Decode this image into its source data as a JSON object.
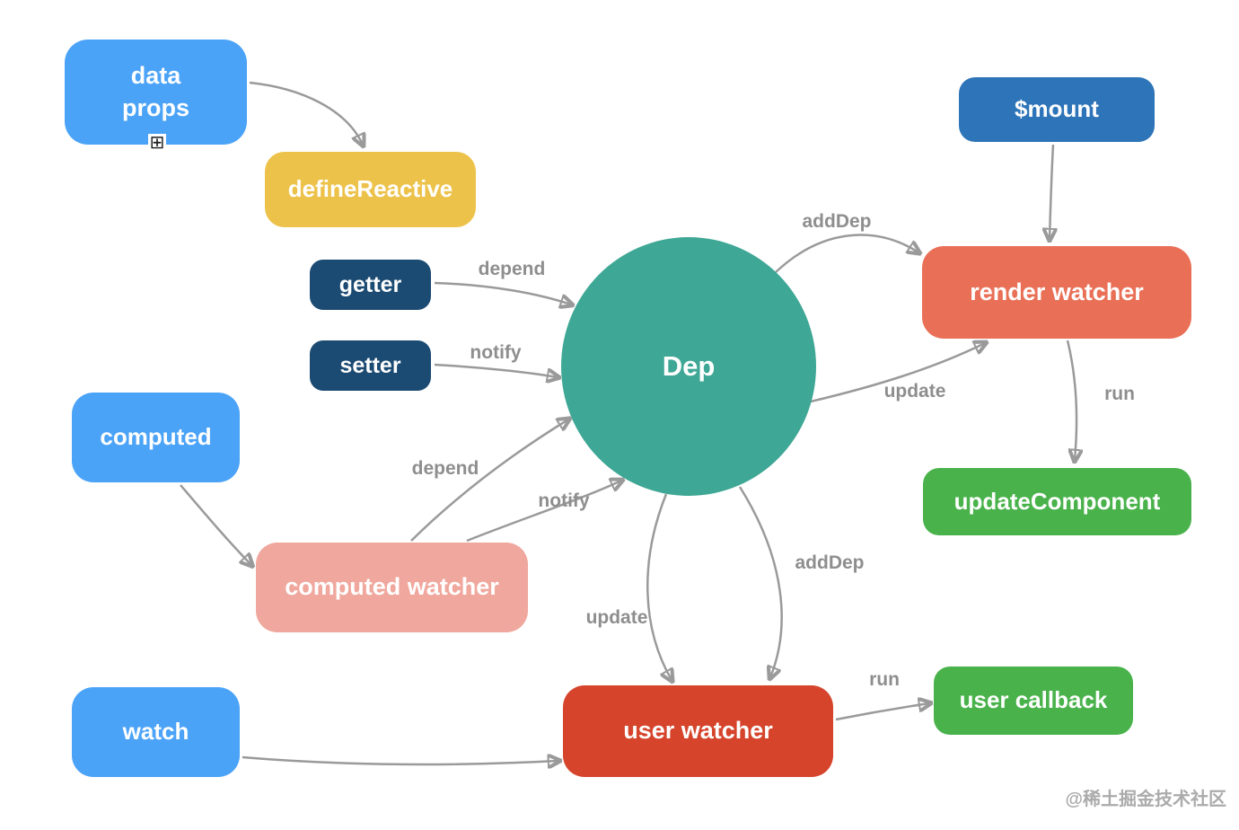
{
  "diagram": {
    "nodes": {
      "data_props": {
        "label": "data\nprops",
        "color": "#4BA3F7"
      },
      "define_reactive": {
        "label": "defineReactive",
        "color": "#EDC24A"
      },
      "getter": {
        "label": "getter",
        "color": "#1B4A72"
      },
      "setter": {
        "label": "setter",
        "color": "#1B4A72"
      },
      "computed": {
        "label": "computed",
        "color": "#4BA3F7"
      },
      "computed_watcher": {
        "label": "computed watcher",
        "color": "#F0A79D"
      },
      "watch": {
        "label": "watch",
        "color": "#4BA3F7"
      },
      "dep": {
        "label": "Dep",
        "color": "#3EA795"
      },
      "mount": {
        "label": "$mount",
        "color": "#2E74B8"
      },
      "render_watcher": {
        "label": "render watcher",
        "color": "#E97057"
      },
      "update_component": {
        "label": "updateComponent",
        "color": "#49B24B"
      },
      "user_watcher": {
        "label": "user watcher",
        "color": "#D5442B"
      },
      "user_callback": {
        "label": "user callback",
        "color": "#49B24B"
      }
    },
    "edge_labels": {
      "depend_getter": "depend",
      "notify_setter": "notify",
      "adddep_render": "addDep",
      "update_render": "update",
      "run_render": "run",
      "depend_computed": "depend",
      "notify_computed": "notify",
      "update_user": "update",
      "adddep_user": "addDep",
      "run_user": "run"
    },
    "icons": {
      "expand": "⊞"
    },
    "arrow_color": "#9A9A9A",
    "edge_label_color": "#8E8E8E",
    "watermark": "@稀土掘金技术社区"
  }
}
